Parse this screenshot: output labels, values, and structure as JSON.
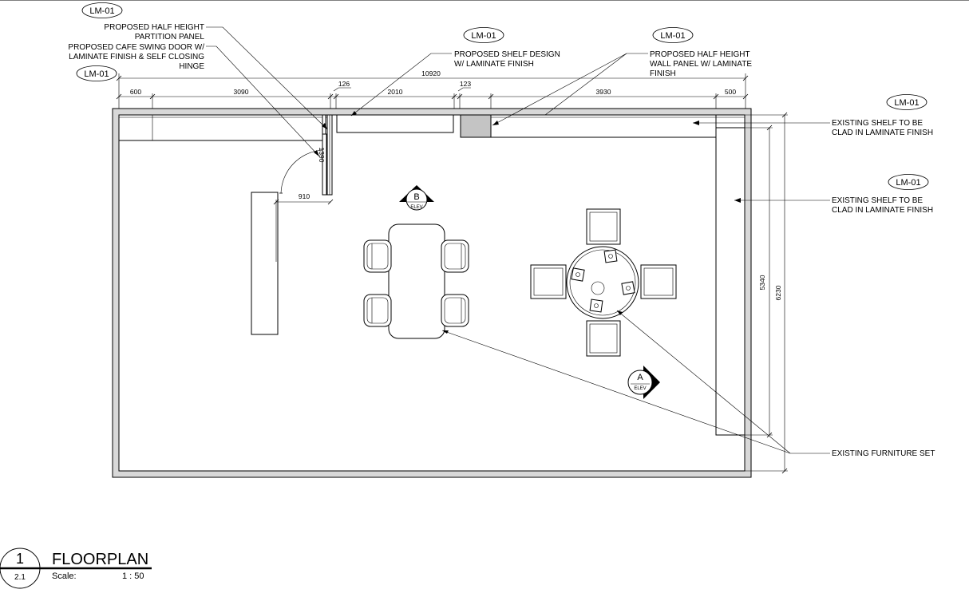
{
  "drawing": {
    "title": "FLOORPLAN",
    "scale_label": "Scale:",
    "scale_value": "1 : 50",
    "view_number": "1",
    "sheet_number": "2.1"
  },
  "tags": {
    "t1": "LM-01",
    "t2": "LM-01",
    "t3": "LM-01",
    "t4": "LM-01",
    "t5": "LM-01",
    "t6": "LM-01"
  },
  "notes": {
    "partition": [
      "PROPOSED HALF HEIGHT",
      "PARTITION PANEL"
    ],
    "door": [
      "PROPOSED CAFE SWING DOOR W/",
      "LAMINATE FINISH & SELF CLOSING",
      "HINGE"
    ],
    "shelf_design": [
      "PROPOSED SHELF DESIGN",
      "W/ LAMINATE FINISH"
    ],
    "wall_panel": [
      "PROPOSED HALF HEIGHT",
      "WALL PANEL W/ LAMINATE",
      "FINISH"
    ],
    "shelf_top": [
      "EXISTING SHELF TO BE",
      "CLAD IN LAMINATE FINISH"
    ],
    "shelf_right": [
      "EXISTING SHELF TO BE",
      "CLAD IN LAMINATE FINISH"
    ],
    "furniture": "EXISTING FURNITURE SET"
  },
  "dimensions": {
    "total": "10920",
    "d600": "600",
    "d3090": "3090",
    "d126": "126",
    "d2010": "2010",
    "d123": "123",
    "d3930": "3930",
    "d500": "500",
    "d1390": "1390",
    "d910": "910",
    "d5340": "5340",
    "d6230": "6230"
  },
  "elevations": {
    "b_letter": "B",
    "b_label": "ELEV",
    "a_letter": "A",
    "a_label": "ELEV"
  },
  "colors": {
    "line": "#000000",
    "wall_fill": "#d8d8d8",
    "panel_fill": "#c4c4c4"
  }
}
